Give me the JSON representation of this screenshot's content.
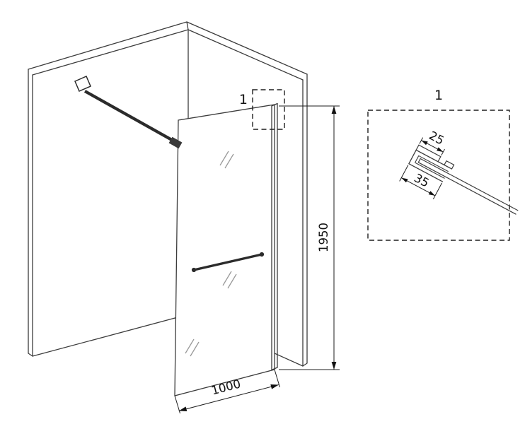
{
  "style": {
    "background": "#ffffff",
    "line_color": "#3c3c3c",
    "hardware_color": "#2b2b2b"
  },
  "main_drawing": {
    "description": "isometric-view-walk-in-shower-glass-screen",
    "callout_label": "1",
    "height_dimension": "1950",
    "width_dimension": "1000"
  },
  "detail_view": {
    "label": "1",
    "top_dimension": "25",
    "depth_dimension": "35"
  }
}
